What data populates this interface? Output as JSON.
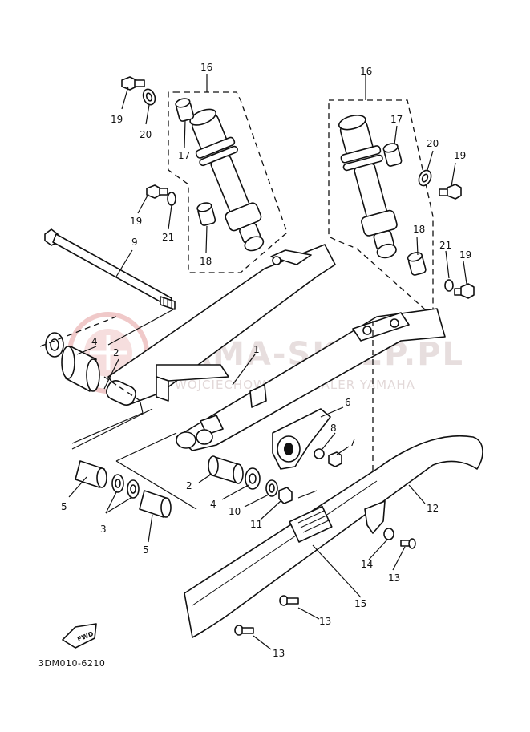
{
  "callouts": {
    "shock_left": "16",
    "shock_right": "16",
    "bolt_left_top": "19",
    "washer_left_top": "20",
    "bush_left_top": "17",
    "bolt_left_mid": "19",
    "washer_left_mid": "21",
    "bush_left_bottom": "18",
    "pivot_shaft": "9",
    "bush_right_top": "17",
    "washer_right_top": "20",
    "bolt_right_top": "19",
    "bush_right_bottom": "18",
    "washer_right_bottom": "21",
    "bolt_right_bottom": "19",
    "swingarm": "1",
    "washer_4_upper": "4",
    "collar_2_upper": "2",
    "chain_guide": "6",
    "washer_8": "8",
    "bolt_7": "7",
    "bush_5_left": "5",
    "bush_5_right": "5",
    "thrust_3": "3",
    "collar_2_lower": "2",
    "washer_4_lower": "4",
    "washer_10": "10",
    "nut_11": "11",
    "chain_case": "12",
    "washer_14": "14",
    "screw_13_a": "13",
    "screw_13_b": "13",
    "screw_13_c": "13",
    "label_15": "15"
  },
  "fwd_label": "FWD",
  "diagram_code": "3DM010-6210",
  "watermark": {
    "title": "YAMA-SKLEP.PL",
    "subtitle": "WOJCIECHOWICZ | DEALER YAMAHA"
  },
  "icons": [
    "fwd-arrow-icon",
    "watermark-logo-icon"
  ]
}
